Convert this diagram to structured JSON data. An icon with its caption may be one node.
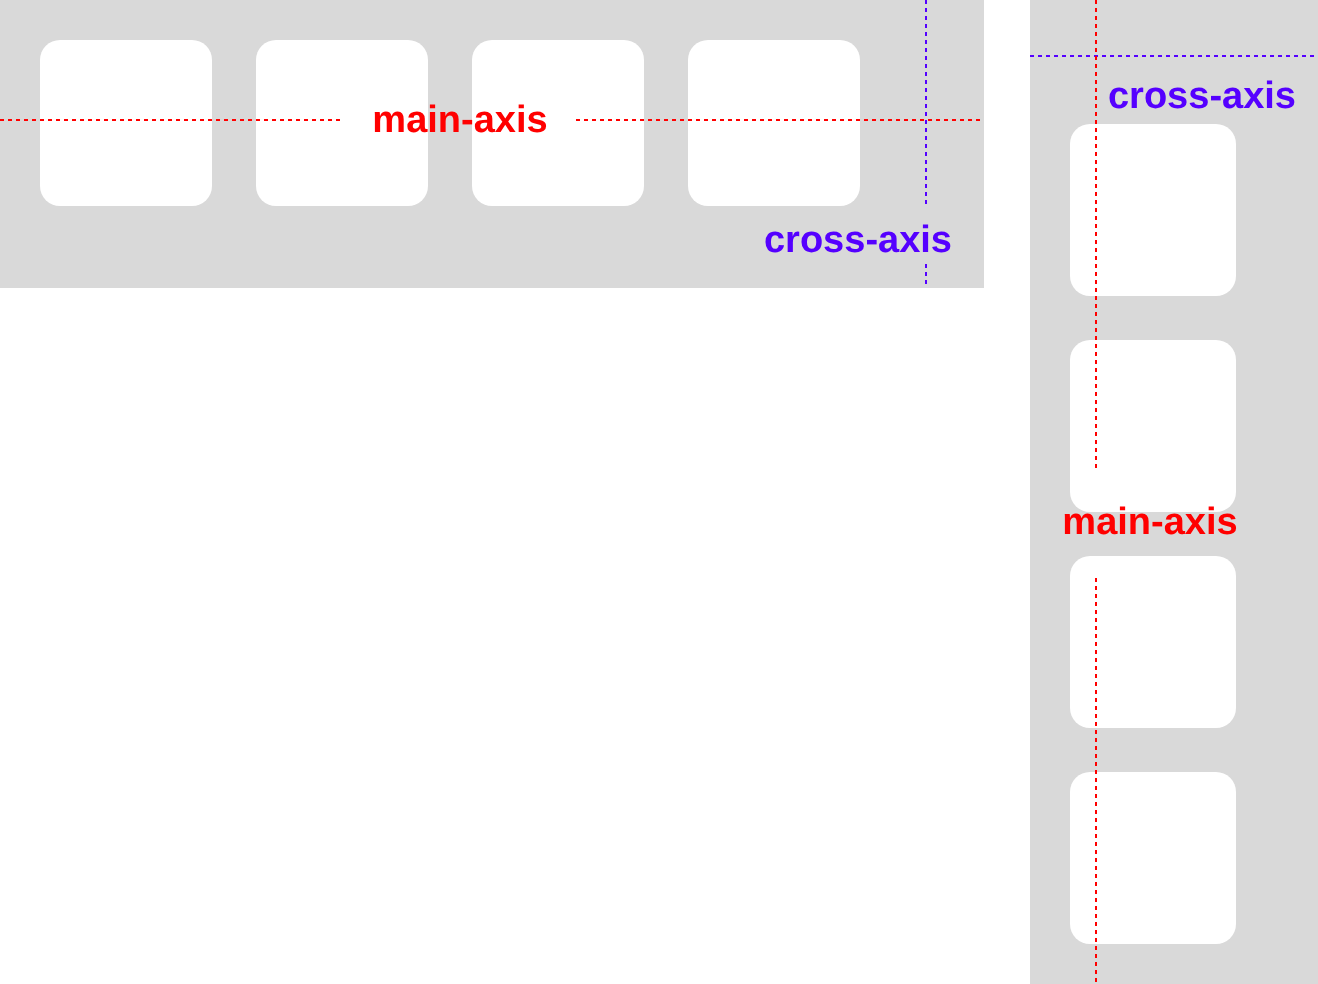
{
  "diagram": {
    "nodes": [
      {
        "text": [],
        "shape": "box"
      },
      {
        "text": [],
        "shape": "box",
        "in": 0
      },
      {
        "text": [],
        "shape": "box",
        "in": 0
      },
      {
        "text": [],
        "shape": "box",
        "in": 0
      },
      {
        "text": [],
        "shape": "box",
        "in": 0
      },
      {
        "text": [],
        "shape": "box"
      },
      {
        "text": [],
        "shape": "box",
        "in": 5
      },
      {
        "text": [],
        "shape": "box",
        "in": 5
      },
      {
        "text": [],
        "shape": "box",
        "in": 5
      },
      {
        "text": [],
        "shape": "box",
        "in": 5
      }
    ],
    "labels": [
      "main-axis",
      "cross-axis",
      "cross-axis",
      "main-axis"
    ]
  }
}
